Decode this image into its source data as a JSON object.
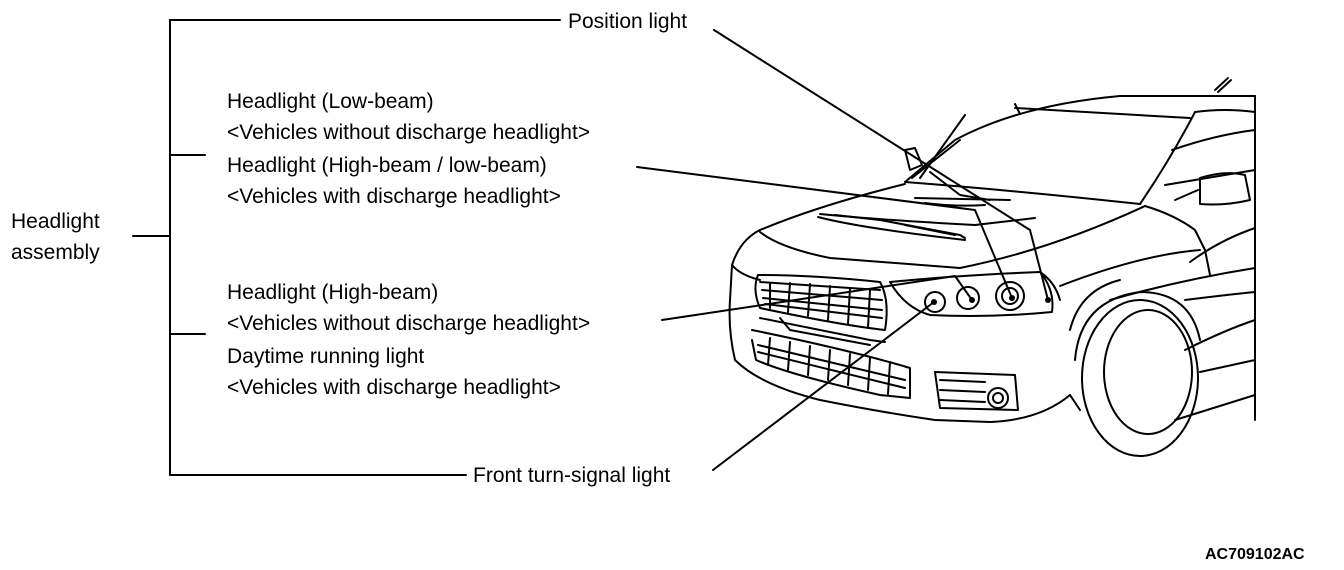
{
  "labels": {
    "headlight_assembly": [
      "Headlight",
      "assembly"
    ],
    "position_light": "Position light",
    "low_beam": [
      "Headlight (Low-beam)",
      "<Vehicles without discharge headlight>"
    ],
    "high_low_beam": [
      "Headlight (High-beam / low-beam)",
      "<Vehicles with discharge headlight>"
    ],
    "high_beam": [
      "Headlight (High-beam)",
      "<Vehicles without discharge headlight>"
    ],
    "daytime_running": [
      "Daytime running light",
      "<Vehicles with discharge headlight>"
    ],
    "front_turn_signal": "Front turn-signal light"
  },
  "figure_code": "AC709102AC"
}
